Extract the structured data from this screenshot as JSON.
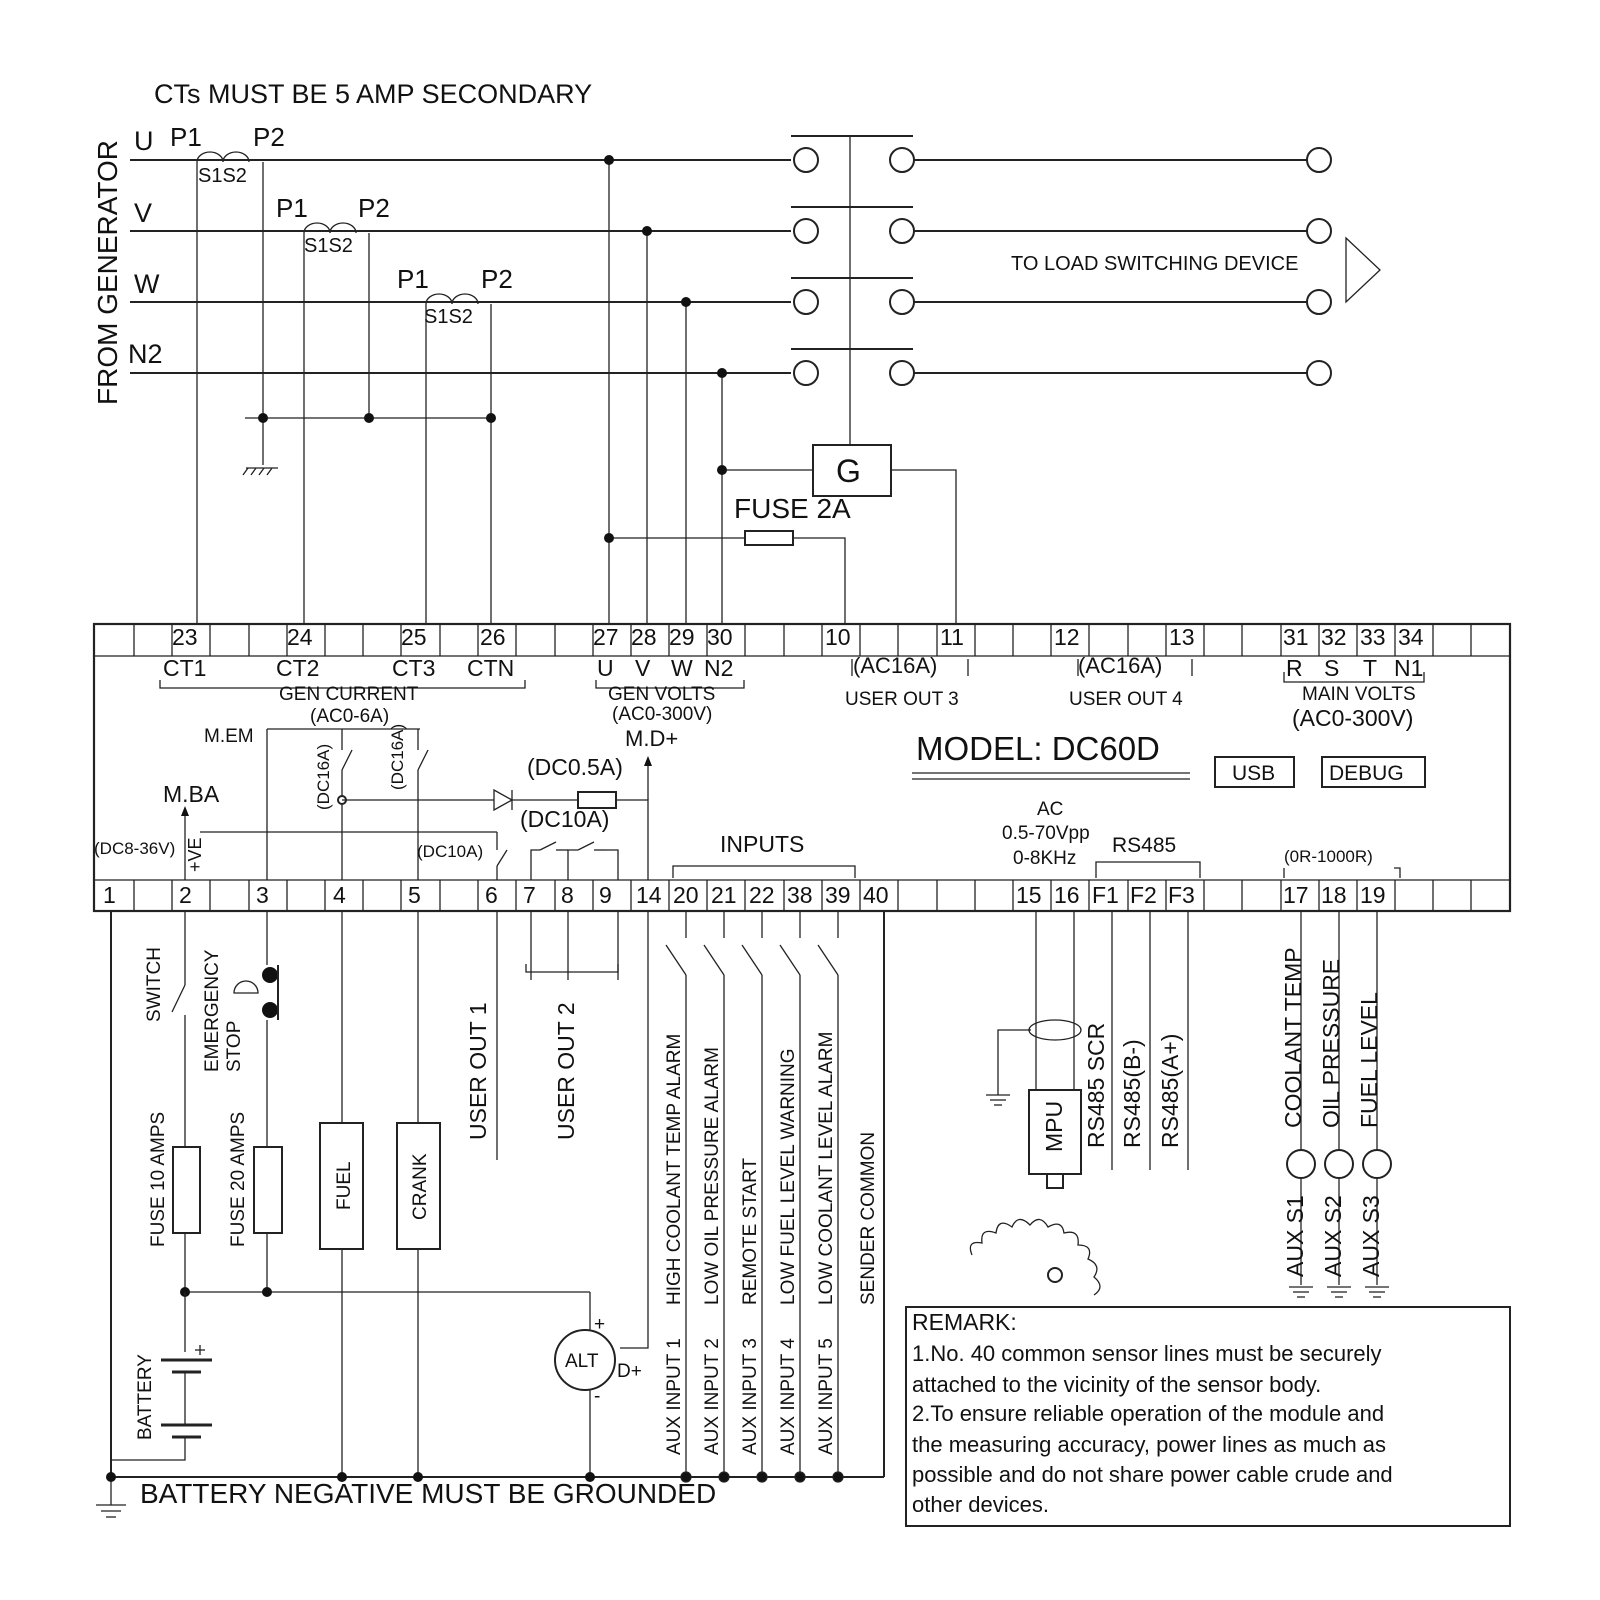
{
  "header": {
    "ct_note": "CTs MUST BE 5 AMP SECONDARY",
    "from_generator": "FROM GENERATOR",
    "phases": [
      "U",
      "V",
      "W",
      "N2"
    ],
    "ct_p1": "P1",
    "ct_p2": "P2",
    "ct_s1s2": "S1S2",
    "to_load": "TO LOAD SWITCHING DEVICE",
    "g_label": "G",
    "fuse2a": "FUSE 2A"
  },
  "module": {
    "model": "MODEL: DC60D",
    "usb": "USB",
    "debug": "DEBUG",
    "top_terminals": [
      {
        "num": "23",
        "label": "CT1"
      },
      {
        "num": "24",
        "label": "CT2"
      },
      {
        "num": "25",
        "label": "CT3"
      },
      {
        "num": "26",
        "label": "CTN"
      },
      {
        "num": "27",
        "label": "U"
      },
      {
        "num": "28",
        "label": "V"
      },
      {
        "num": "29",
        "label": "W"
      },
      {
        "num": "30",
        "label": "N2"
      },
      {
        "num": "10",
        "label": ""
      },
      {
        "num": "11",
        "label": ""
      },
      {
        "num": "12",
        "label": ""
      },
      {
        "num": "13",
        "label": ""
      },
      {
        "num": "31",
        "label": "R"
      },
      {
        "num": "32",
        "label": "S"
      },
      {
        "num": "33",
        "label": "T"
      },
      {
        "num": "34",
        "label": "N1"
      }
    ],
    "groups": {
      "gen_current": "GEN CURRENT",
      "gen_current_range": "(AC0-6A)",
      "gen_volts": "GEN VOLTS",
      "gen_volts_range": "(AC0-300V)",
      "user_out3_rating": "(AC16A)",
      "user_out3": "USER OUT 3",
      "user_out4_rating": "(AC16A)",
      "user_out4": "USER OUT 4",
      "main_volts": "MAIN VOLTS",
      "main_volts_range": "(AC0-300V)"
    },
    "internal": {
      "mem": "M.EM",
      "mba": "M.BA",
      "md": "M.D+",
      "dc16a": "(DC16A)",
      "dc05a": "(DC0.5A)",
      "dc10a": "(DC10A)",
      "dc10a_small": "(DC10A)",
      "dc836": "(DC8-36V)",
      "ve": "+VE",
      "inputs": "INPUTS",
      "ac_label": "AC",
      "ac_range": "0.5-70Vpp",
      "ac_freq": "0-8KHz",
      "rs485": "RS485",
      "resistance": "(0R-1000R)"
    },
    "bottom_terminals": [
      "1",
      "2",
      "3",
      "4",
      "5",
      "6",
      "7",
      "8",
      "9",
      "14",
      "20",
      "21",
      "22",
      "38",
      "39",
      "40",
      "15",
      "16",
      "F1",
      "F2",
      "F3",
      "17",
      "18",
      "19"
    ]
  },
  "lower": {
    "switch": "SWITCH",
    "emergency": "EMERGENCY",
    "stop": "STOP",
    "fuse10": "FUSE 10 AMPS",
    "fuse20": "FUSE 20 AMPS",
    "fuel": "FUEL",
    "crank": "CRANK",
    "user_out1": "USER OUT 1",
    "user_out2": "USER OUT 2",
    "battery": "BATTERY",
    "alt": "ALT",
    "alt_plus": "+",
    "alt_minus": "-",
    "alt_dplus": "D+",
    "alarms": [
      "HIGH COOLANT TEMP ALARM",
      "LOW OIL PRESSURE ALARM",
      "REMOTE START",
      "LOW FUEL LEVEL WARNING",
      "LOW COOLANT LEVEL ALARM",
      "SENDER COMMON"
    ],
    "aux_inputs": [
      "AUX INPUT 1",
      "AUX INPUT 2",
      "AUX INPUT 3",
      "AUX INPUT 4",
      "AUX INPUT 5"
    ],
    "mpu": "MPU",
    "rs485_scr": "RS485 SCR",
    "rs485_b": "RS485(B-)",
    "rs485_a": "RS485(A+)",
    "sensors": [
      "COOLANT TEMP",
      "OIL PRESSURE",
      "FUEL LEVEL"
    ],
    "aux_sensors": [
      "AUX S1",
      "AUX S2",
      "AUX S3"
    ],
    "ground_note": "BATTERY NEGATIVE MUST BE GROUNDED"
  },
  "remark": {
    "title": "REMARK:",
    "lines": [
      "1.No. 40 common sensor lines must be securely",
      "attached to the vicinity of the sensor body.",
      "2.To ensure reliable operation of the module and",
      "the measuring accuracy, power lines as much as",
      "possible and do not share power cable crude and",
      "other devices."
    ]
  }
}
